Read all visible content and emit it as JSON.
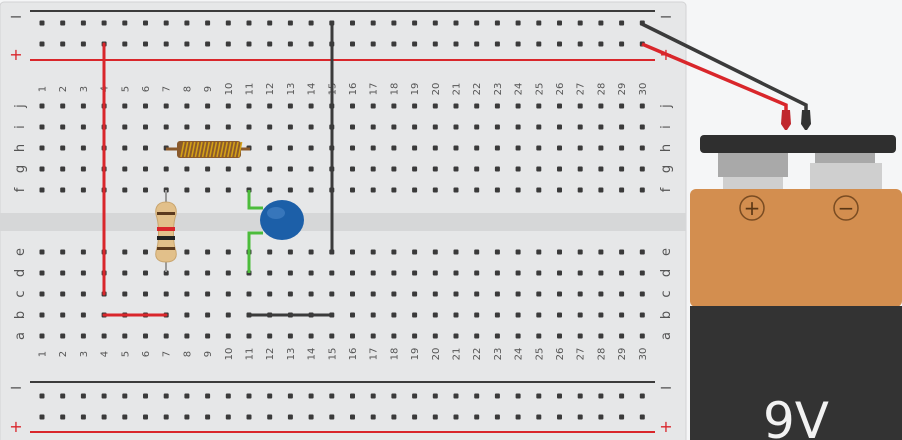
{
  "breadboard": {
    "columns": [
      "1",
      "2",
      "3",
      "4",
      "5",
      "6",
      "7",
      "8",
      "9",
      "10",
      "11",
      "12",
      "13",
      "14",
      "15",
      "16",
      "17",
      "18",
      "19",
      "20",
      "21",
      "22",
      "23",
      "24",
      "25",
      "26",
      "27",
      "28",
      "29",
      "30"
    ],
    "rows_top": [
      "j",
      "i",
      "h",
      "g",
      "f"
    ],
    "rows_bottom": [
      "e",
      "d",
      "c",
      "b",
      "a"
    ],
    "rail_minus": "−",
    "rail_plus": "+"
  },
  "battery": {
    "label": "9V",
    "plus_symbol": "+",
    "minus_symbol": "−"
  },
  "colors": {
    "board": "#e6e7e8",
    "hole": "#3a3a3a",
    "red_wire": "#d9262b",
    "black_wire": "#3b3b3b",
    "green_lead": "#4cbc3b",
    "capacitor": "#1c5fa8",
    "inductor_coil": "#d4a017",
    "battery_top": "#d38e4f",
    "battery_bottom": "#333333"
  },
  "components": [
    "resistor",
    "inductor",
    "ceramic-capacitor",
    "battery-9v"
  ]
}
